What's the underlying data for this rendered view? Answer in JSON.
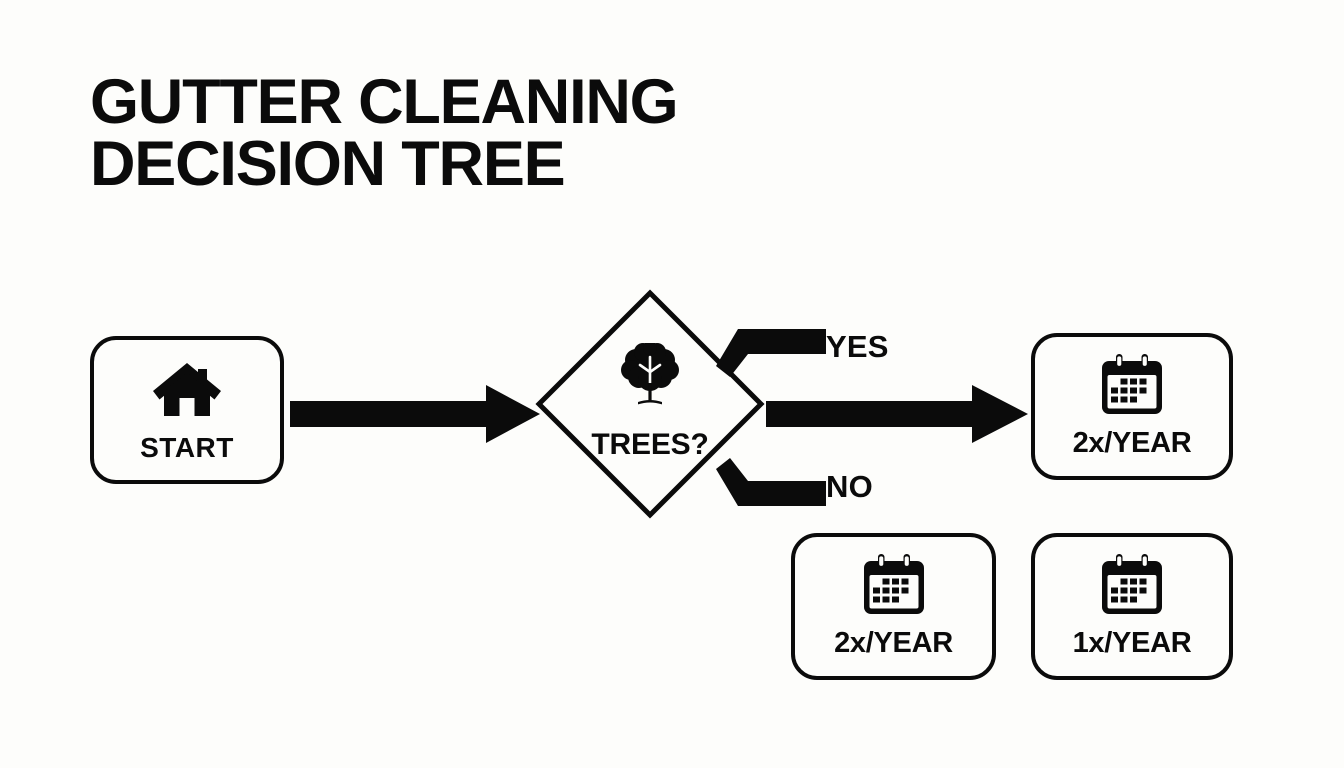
{
  "title": {
    "line1": "GUTTER CLEANING",
    "line2": "DECISION TREE"
  },
  "colors": {
    "background": "#fdfdfb",
    "ink": "#0b0b0b"
  },
  "flowchart": {
    "type": "decision-tree",
    "start": {
      "label": "START",
      "icon": "house-icon"
    },
    "decision": {
      "label": "TREES?",
      "icon": "tree-icon",
      "shape": "diamond"
    },
    "branches": [
      {
        "label": "YES",
        "leads_to": "2x/YEAR"
      },
      {
        "label": "NO",
        "leads_to": "1x/YEAR"
      }
    ],
    "outcomes": [
      {
        "label": "2x/YEAR",
        "icon": "calendar-icon",
        "position": "top-right"
      },
      {
        "label": "2x/YEAR",
        "icon": "calendar-icon",
        "position": "bottom-middle"
      },
      {
        "label": "1x/YEAR",
        "icon": "calendar-icon",
        "position": "bottom-right"
      }
    ],
    "connectors": [
      {
        "name": "start-to-decision",
        "style": "thick-arrow"
      },
      {
        "name": "decision-to-outcome",
        "style": "thick-arrow"
      },
      {
        "name": "yes-branch",
        "style": "elbow-stub"
      },
      {
        "name": "no-branch",
        "style": "elbow-stub"
      }
    ]
  }
}
